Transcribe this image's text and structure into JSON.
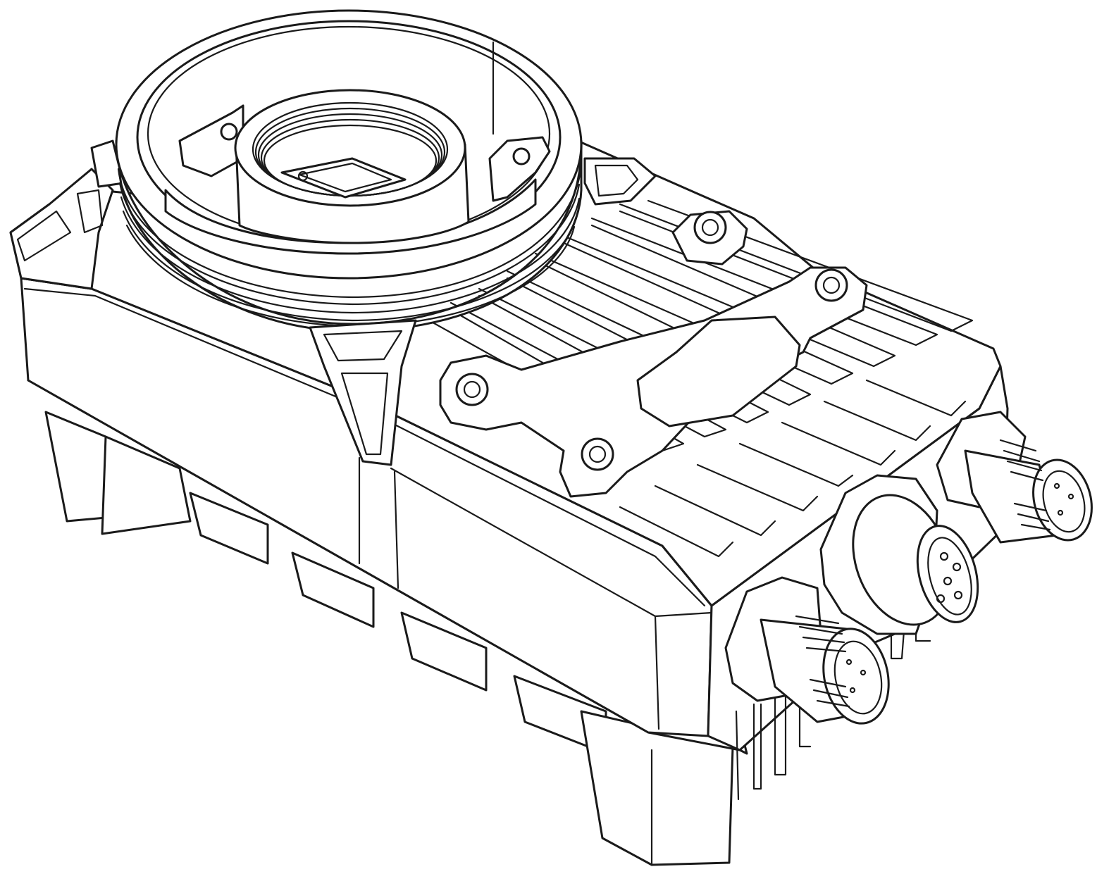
{
  "colors": {
    "background": "#ffffff",
    "line": "#1a1a1a"
  },
  "parts": {
    "housing": "housing",
    "lens_mount": "lens-mount",
    "sensor_opening": "sensor-opening",
    "cooling_fins": "cooling-fins",
    "mounting_plate": "mounting-plate",
    "connectors": [
      "m12-connector-left",
      "m12-connector-middle",
      "m12-connector-right"
    ]
  }
}
